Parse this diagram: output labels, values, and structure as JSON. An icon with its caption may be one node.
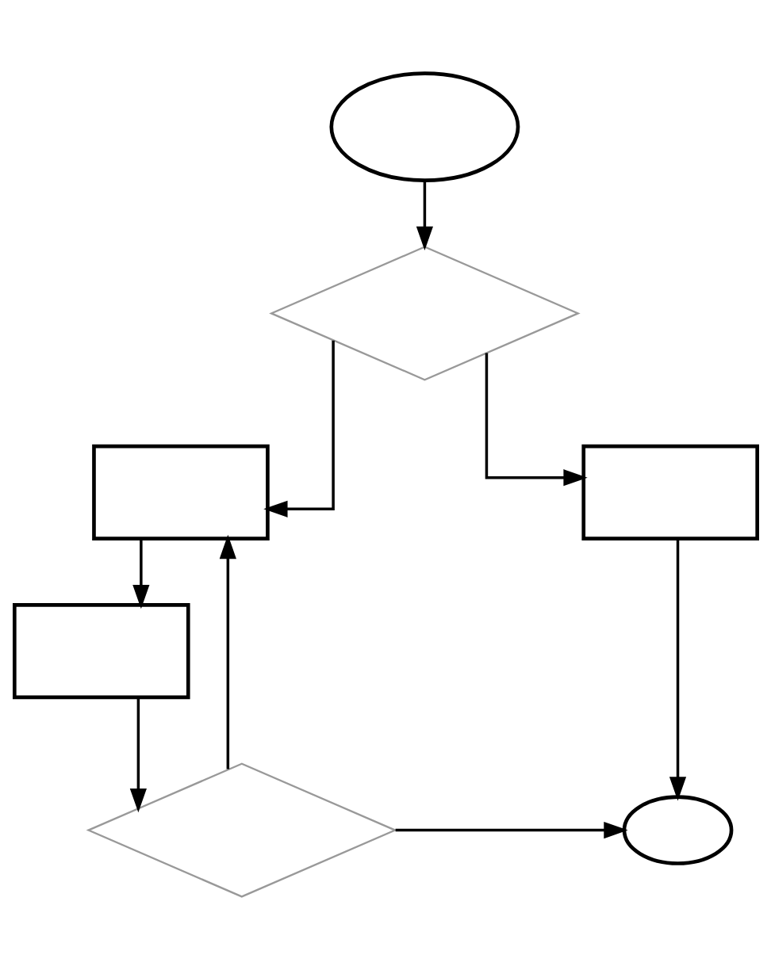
{
  "diagram": {
    "nodes": [
      {
        "text": [],
        "shape": "ellipse"
      },
      {
        "text": [],
        "shape": "diamond"
      },
      {
        "text": [],
        "shape": "box"
      },
      {
        "text": [],
        "shape": "box"
      },
      {
        "text": [],
        "shape": "box"
      },
      {
        "text": [],
        "shape": "diamond"
      },
      {
        "text": [],
        "shape": "ellipse"
      }
    ],
    "edges": [
      {
        "from": 0,
        "to": 1,
        "arrow": "to"
      },
      {
        "from": 1,
        "to": 2,
        "arrow": "to"
      },
      {
        "from": 1,
        "to": 3,
        "arrow": "to"
      },
      {
        "from": 2,
        "to": 4,
        "arrow": "to"
      },
      {
        "from": 4,
        "to": 5,
        "arrow": "to"
      },
      {
        "from": 5,
        "to": 2,
        "arrow": "to"
      },
      {
        "from": 5,
        "to": 6,
        "arrow": "to"
      },
      {
        "from": 3,
        "to": 6,
        "arrow": "to"
      }
    ]
  }
}
